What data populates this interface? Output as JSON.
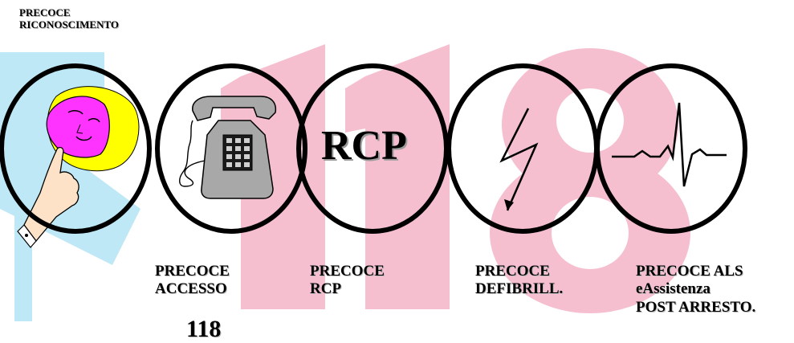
{
  "background": {
    "watermark_text": "118",
    "watermark_color": "#f5bfcf",
    "star_of_life_color": "#bfe8f6"
  },
  "labels": {
    "early_recognition": "PRECOCE\nRICONOSCIMENTO",
    "early_access": "PRECOCE\nACCESSO",
    "access_number": "118",
    "early_cpr": "PRECOCE\nRCP",
    "early_defib": "PRECOCE\nDEFIBRILL.",
    "early_als": "PRECOCE ALS\n eAssistenza\nPOST ARRESTO."
  },
  "links": {
    "rcp_text": "RCP"
  },
  "colors": {
    "ring": "#000000",
    "face_skin": "#ff33ff",
    "hair": "#ffff00",
    "phone_body": "#a8a8a8"
  }
}
